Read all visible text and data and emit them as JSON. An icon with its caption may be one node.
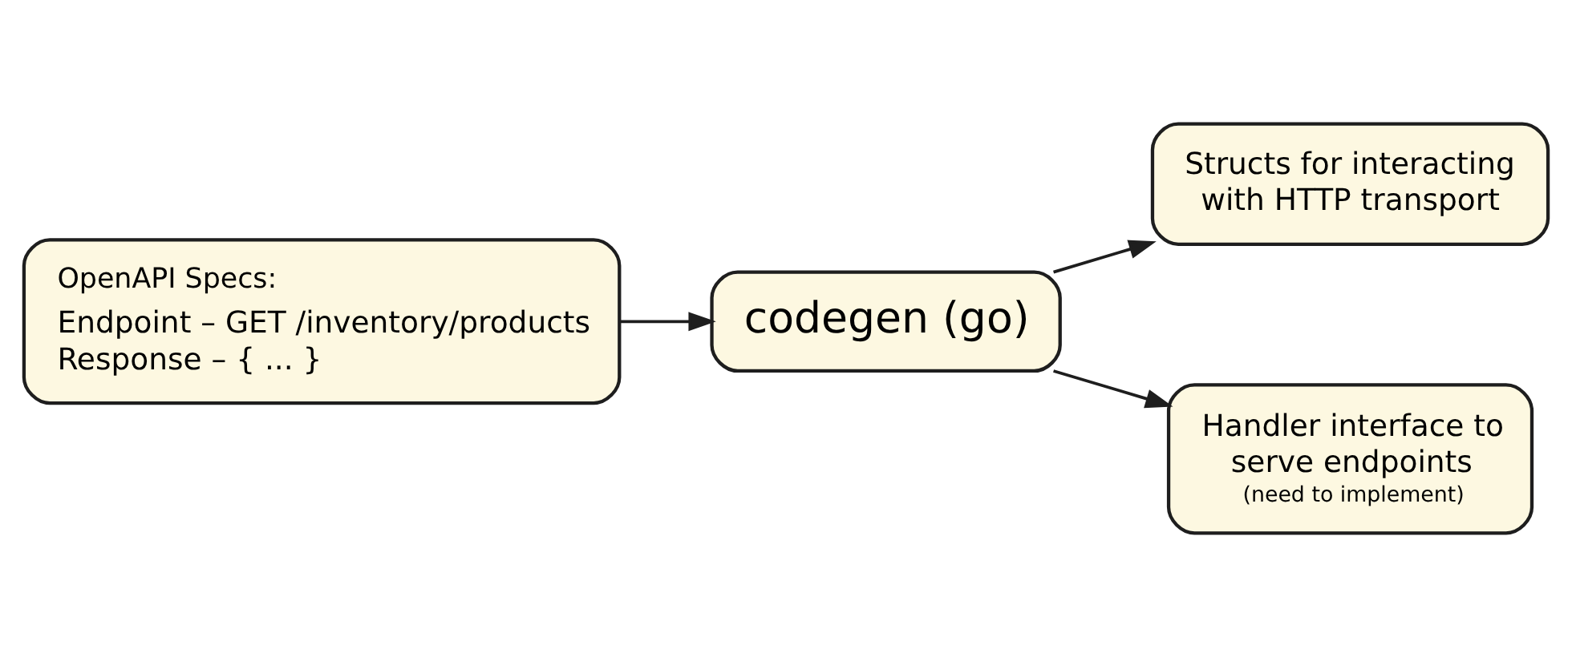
{
  "diagram": {
    "nodes": [
      {
        "text": [
          "OpenAPI Specs:",
          "Endpoint – GET /inventory/products",
          "Response – { ... }"
        ]
      },
      {
        "text": [
          "codegen (go)"
        ]
      },
      {
        "text": [
          "Structs for interacting with HTTP transport"
        ]
      },
      {
        "text": [
          "Handler interface to serve endpoints",
          "(need to implement)"
        ]
      }
    ],
    "edges": [
      {
        "from": 0,
        "to": 1,
        "arrow": "to"
      },
      {
        "from": 1,
        "to": 2,
        "arrow": "to"
      },
      {
        "from": 1,
        "to": 3,
        "arrow": "to"
      }
    ]
  }
}
